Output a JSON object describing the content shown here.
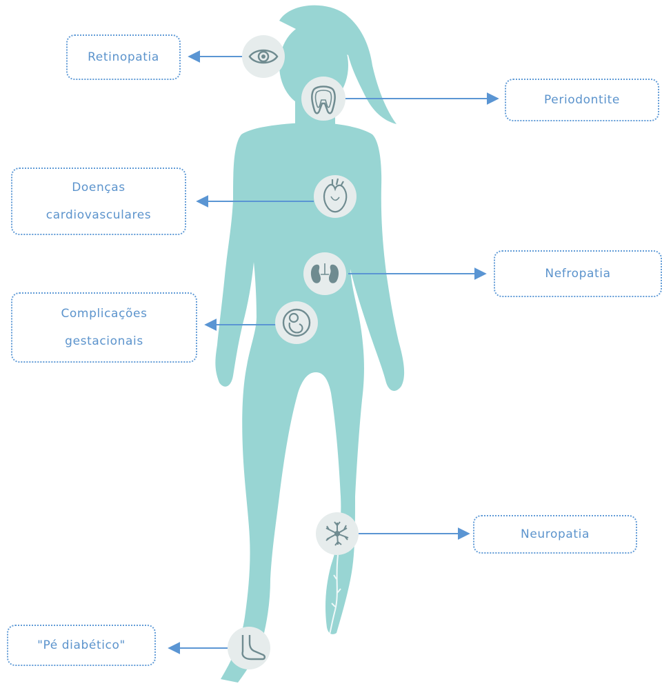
{
  "colors": {
    "silhouette": "#98d5d3",
    "icon_bg": "#e6ecec",
    "icon_stroke": "#6f8b90",
    "arrow": "#5a95d3",
    "label_border": "#5f9ad6",
    "label_text": "#5b93cc"
  },
  "labels": {
    "retinopatia": "Retinopatia",
    "periodontite": "Periodontite",
    "doencas_line1": "Doenças",
    "doencas_line2": "cardiovasculares",
    "nefropatia": "Nefropatia",
    "complicacoes_line1": "Complicações",
    "complicacoes_line2": "gestacionais",
    "neuropatia": "Neuropatia",
    "pe_diabetico": "\"Pé diabético\""
  },
  "icons": {
    "eye": "eye-icon",
    "tooth": "tooth-icon",
    "heart": "heart-icon",
    "kidneys": "kidneys-icon",
    "fetus": "fetus-icon",
    "nerve": "nerve-cell-icon",
    "foot": "foot-icon"
  }
}
